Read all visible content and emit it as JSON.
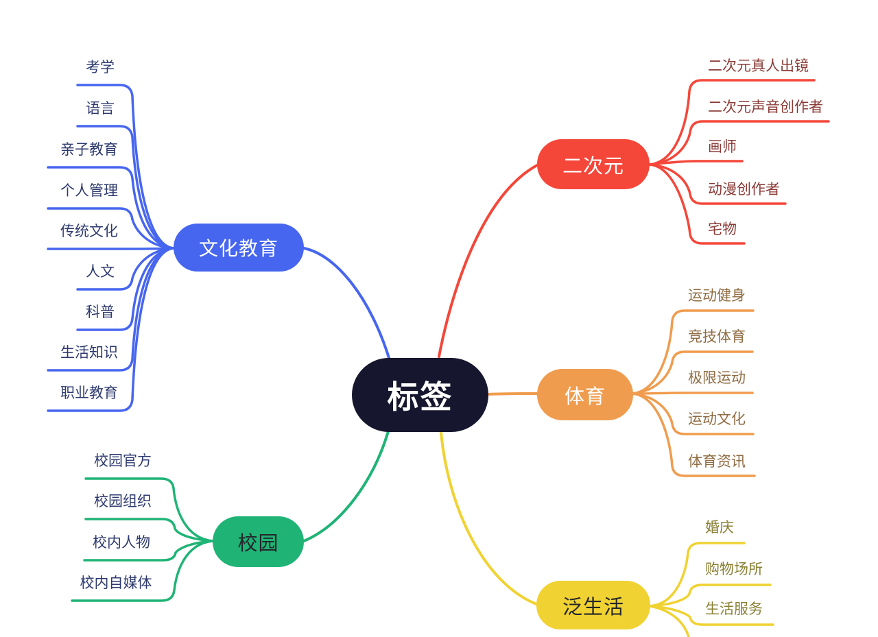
{
  "root": {
    "label": "标签",
    "bg": "#16162e",
    "text_color": "#ffffff"
  },
  "canvas_bg": "#ffffff",
  "branches": [
    {
      "id": "culture-education",
      "label": "文化教育",
      "color": "#4766ef",
      "node_text_color": "#ffffff",
      "child_text_color": "#2e3a6e",
      "side": "left",
      "children": [
        "考学",
        "语言",
        "亲子教育",
        "个人管理",
        "传统文化",
        "人文",
        "科普",
        "生活知识",
        "职业教育"
      ]
    },
    {
      "id": "anime",
      "label": "二次元",
      "color": "#f4473a",
      "node_text_color": "#ffffff",
      "child_text_color": "#8a3b36",
      "side": "right",
      "children": [
        "二次元真人出镜",
        "二次元声音创作者",
        "画师",
        "动漫创作者",
        "宅物"
      ]
    },
    {
      "id": "sports",
      "label": "体育",
      "color": "#f09c4e",
      "node_text_color": "#ffffff",
      "child_text_color": "#8f6c42",
      "side": "right",
      "children": [
        "运动健身",
        "竞技体育",
        "极限运动",
        "运动文化",
        "体育资讯"
      ]
    },
    {
      "id": "campus",
      "label": "校园",
      "color": "#1fb476",
      "node_text_color": "#23262b",
      "child_text_color": "#2e3a6e",
      "side": "left",
      "children": [
        "校园官方",
        "校园组织",
        "校内人物",
        "校内自媒体"
      ]
    },
    {
      "id": "lifestyle",
      "label": "泛生活",
      "color": "#f0d232",
      "node_text_color": "#23262b",
      "child_text_color": "#8a8034",
      "side": "right",
      "children": [
        "婚庆",
        "购物场所",
        "生活服务"
      ]
    }
  ]
}
